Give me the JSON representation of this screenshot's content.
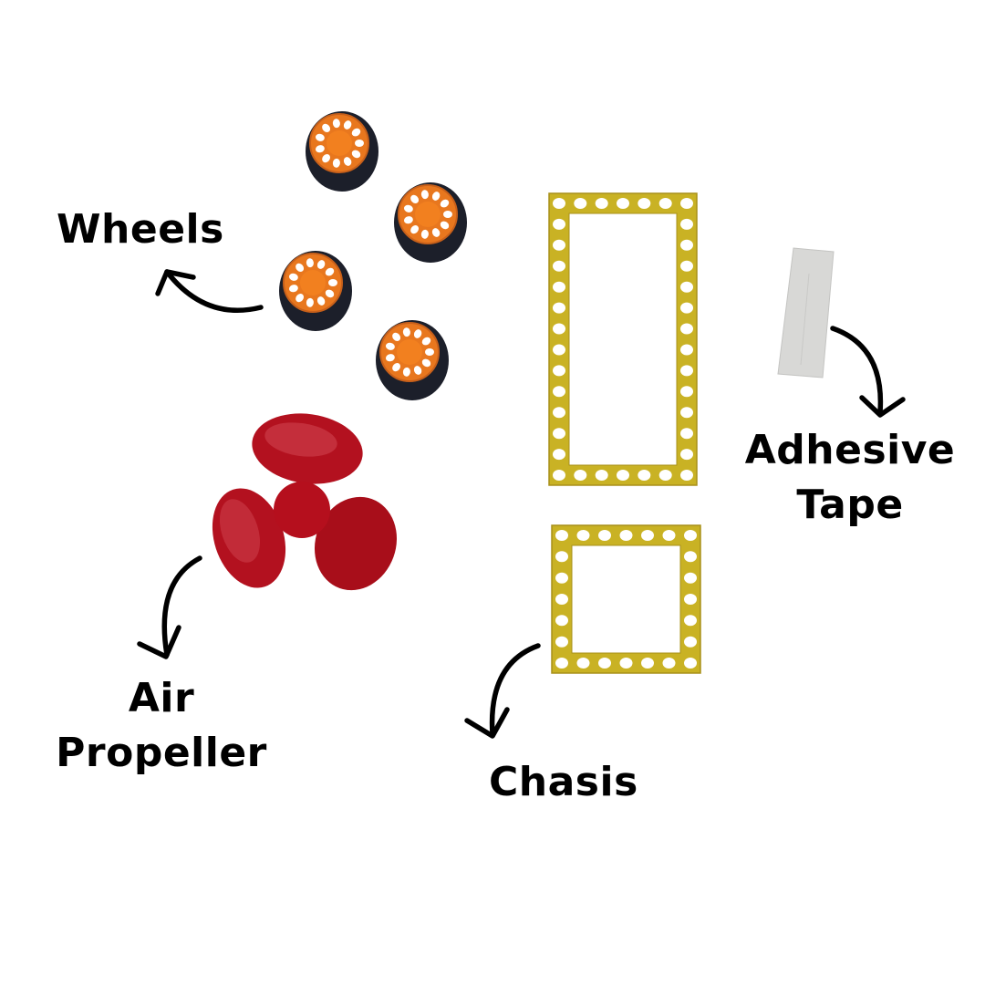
{
  "labels": {
    "wheels": "Wheels",
    "adhesive_tape_line1": "Adhesive",
    "adhesive_tape_line2": "Tape",
    "air_propeller_line1": "Air",
    "air_propeller_line2": "Propeller",
    "chasis": "Chasis"
  },
  "components": [
    {
      "name": "Wheels",
      "quantity": 4
    },
    {
      "name": "Chasis",
      "quantity": 2
    },
    {
      "name": "Air Propeller",
      "quantity": 1,
      "blades": 3
    },
    {
      "name": "Adhesive Tape",
      "quantity": 1
    }
  ],
  "colors": {
    "tire": "#1c1f2a",
    "hub": "#e8771e",
    "hub_center": "#f2801f",
    "propeller": "#b3111f",
    "propeller_highlight": "#d9525e",
    "chassis": "#c9b224",
    "chassis_edge": "#a8901a",
    "tape": "#d8d8d6",
    "arrow": "#000000",
    "text": "#000000"
  }
}
